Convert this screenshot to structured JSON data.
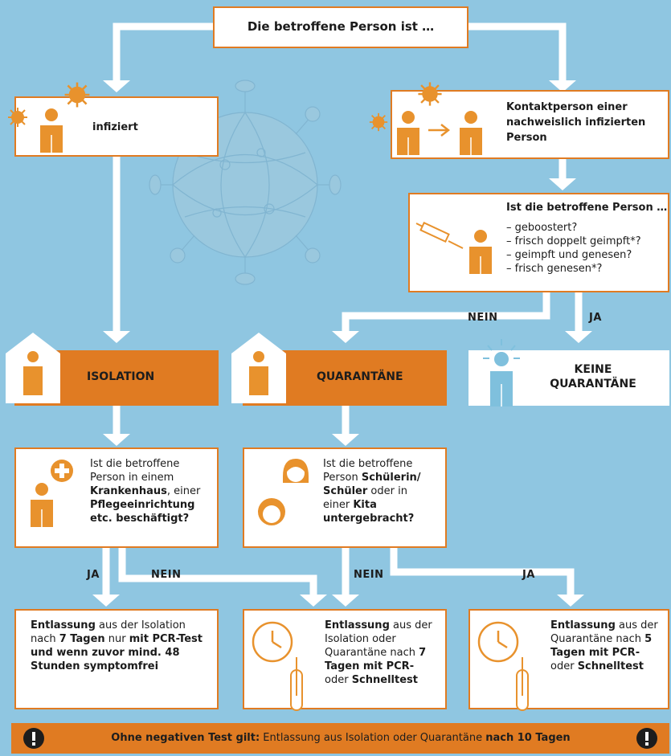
{
  "top": {
    "title": "Die betroffene Person ist …"
  },
  "infected": {
    "label": "infiziert"
  },
  "contact": {
    "label": "Kontaktperson einer nachweislich infizierten Person"
  },
  "question_status": {
    "title": "Ist die betroffene Person …",
    "items": [
      "– geboostert?",
      "– frisch doppelt geimpft*?",
      "– geimpft und genesen?",
      "– frisch genesen*?"
    ]
  },
  "branch_labels": {
    "nein": "NEIN",
    "ja": "JA"
  },
  "isolation": {
    "label": "ISOLATION"
  },
  "quarantine": {
    "label": "QUARANTÄNE"
  },
  "no_quarantine": {
    "line1": "KEINE",
    "line2": "QUARANTÄNE"
  },
  "q_health": {
    "p1": "Ist die betroffene Person in einem ",
    "b1": "Krankenhaus",
    "p2": ", einer ",
    "b2": "Pflegeeinrichtung etc. beschäftigt?"
  },
  "q_school": {
    "p1": "Ist die betroffene Person ",
    "b1": "Schülerin/ Schüler",
    "p2": " oder in einer ",
    "b2": "Kita",
    "p3": " ",
    "b3": "untergebracht?"
  },
  "result_health": {
    "b1": "Entlassung",
    "p1": " aus der Isolation nach ",
    "b2": "7 Tagen",
    "p2": " nur ",
    "b3": "mit PCR-Test und wenn zuvor mind. 48 Stunden symptomfrei"
  },
  "result_general": {
    "b1": "Entlassung",
    "p1": " aus der Isolation oder Quarantäne nach ",
    "b2": "7 Tagen mit PCR-",
    "p2": " oder ",
    "b3": "Schnelltest"
  },
  "result_school": {
    "b1": "Entlassung",
    "p1": " aus der Quarantäne nach ",
    "b2": "5 Tagen mit PCR-",
    "p2": " oder ",
    "b3": "Schnelltest"
  },
  "footer": {
    "b1": "Ohne negativen Test gilt:",
    "p1": " Entlassung aus Isolation oder Quarantäne ",
    "b2": "nach 10 Tagen"
  },
  "colors": {
    "background": "#8fc6e1",
    "accent": "#e07b22",
    "person": "#e8922d",
    "light_blue_person": "#7fc0dd",
    "line": "#ffffff"
  }
}
